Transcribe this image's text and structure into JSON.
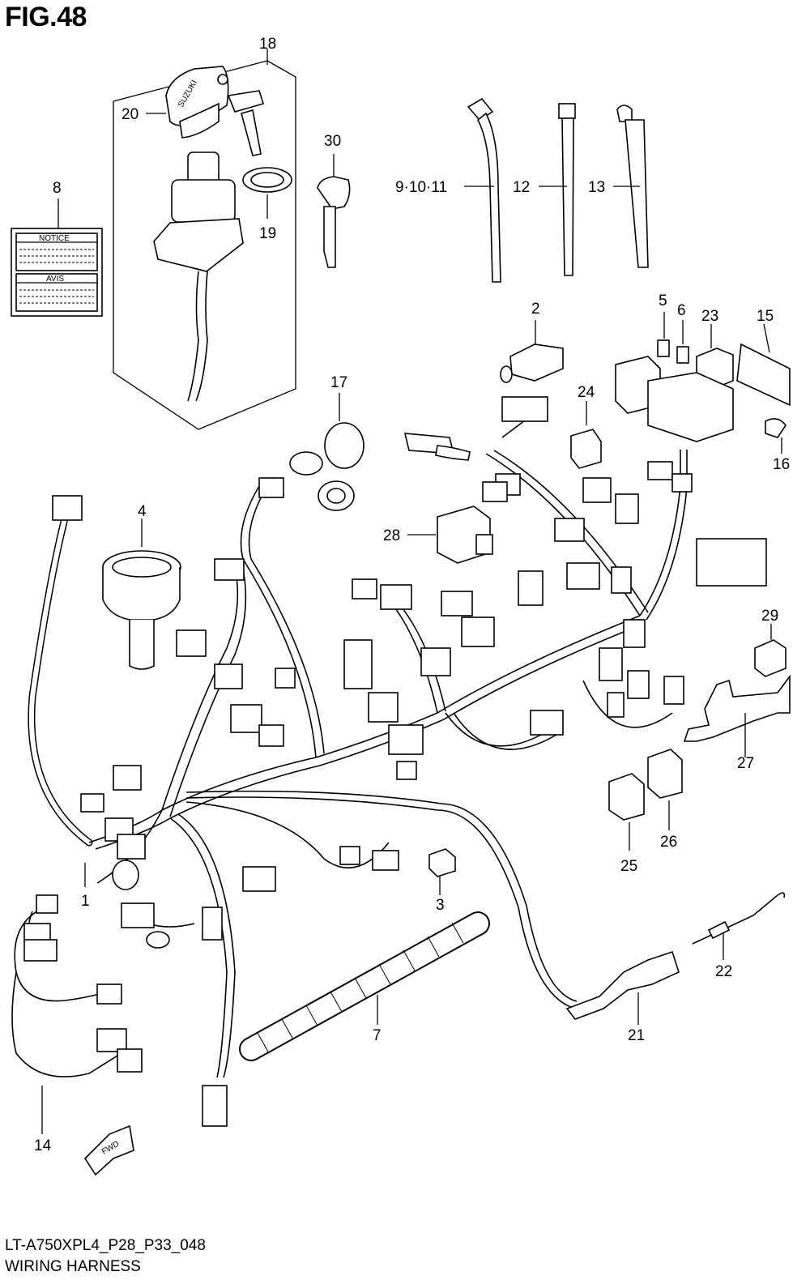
{
  "figure": {
    "title": "FIG.48",
    "model_code": "LT-A750XPL4_P28_P33_048",
    "name": "WIRING HARNESS"
  },
  "labels": {
    "notice": "NOTICE",
    "avis": "AVIS",
    "key_brand": "SUZUKI",
    "fwd": "FWD"
  },
  "callouts": {
    "c1": "1",
    "c2": "2",
    "c3": "3",
    "c4": "4",
    "c5": "5",
    "c6": "6",
    "c7": "7",
    "c8": "8",
    "c9_10_11": "9·10·11",
    "c12": "12",
    "c13": "13",
    "c14": "14",
    "c15": "15",
    "c16": "16",
    "c17": "17",
    "c18": "18",
    "c19": "19",
    "c20": "20",
    "c21": "21",
    "c22": "22",
    "c23": "23",
    "c24": "24",
    "c25": "25",
    "c26": "26",
    "c27": "27",
    "c28": "28",
    "c29": "29",
    "c30": "30"
  }
}
